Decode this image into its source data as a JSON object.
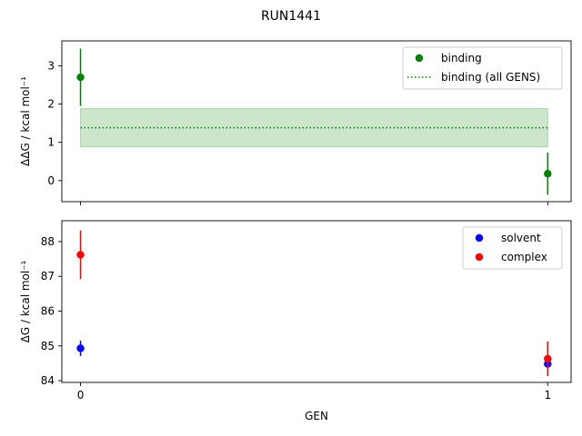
{
  "figure_title": "RUN1441",
  "chart_data": [
    {
      "type": "scatter",
      "title": "",
      "xlabel": "",
      "ylabel": "ΔΔG / kcal mol⁻¹",
      "xlim": [
        -0.04,
        1.05
      ],
      "ylim": [
        -0.55,
        3.65
      ],
      "xticks": [
        0,
        1
      ],
      "xtick_labels": [
        "",
        ""
      ],
      "yticks": [
        0,
        1,
        2,
        3
      ],
      "ytick_labels": [
        "0",
        "1",
        "2",
        "3"
      ],
      "grid": false,
      "legend_position": "top-right",
      "series": [
        {
          "name": "binding",
          "color": "#008000",
          "points": [
            {
              "x": 0,
              "y": 2.7,
              "err": 0.75
            },
            {
              "x": 1,
              "y": 0.18,
              "err": 0.55
            }
          ]
        }
      ],
      "reference": {
        "name": "binding (all GENS)",
        "color": "#008000",
        "y": 1.38,
        "band": [
          0.88,
          1.88
        ],
        "x_range": [
          0,
          1
        ]
      }
    },
    {
      "type": "scatter",
      "title": "",
      "xlabel": "GEN",
      "ylabel": "ΔG / kcal mol⁻¹",
      "xlim": [
        -0.04,
        1.05
      ],
      "ylim": [
        83.95,
        88.6
      ],
      "xticks": [
        0,
        1
      ],
      "xtick_labels": [
        "0",
        "1"
      ],
      "yticks": [
        84,
        85,
        86,
        87,
        88
      ],
      "ytick_labels": [
        "84",
        "85",
        "86",
        "87",
        "88"
      ],
      "grid": false,
      "legend_position": "top-right",
      "series": [
        {
          "name": "solvent",
          "color": "#0000ff",
          "points": [
            {
              "x": 0,
              "y": 84.93,
              "err": 0.22
            },
            {
              "x": 1,
              "y": 84.48,
              "err": 0.1
            }
          ]
        },
        {
          "name": "complex",
          "color": "#ff0000",
          "points": [
            {
              "x": 0,
              "y": 87.62,
              "err": 0.7
            },
            {
              "x": 1,
              "y": 84.63,
              "err": 0.5
            }
          ]
        }
      ]
    }
  ]
}
